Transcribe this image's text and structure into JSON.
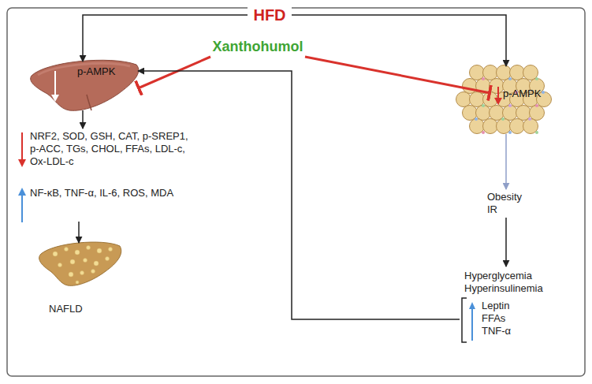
{
  "diagram": {
    "nodes": [
      {
        "text": [
          "HFD"
        ]
      },
      {
        "text": [
          "p-AMPK"
        ]
      },
      {
        "text": [
          "Xanthohumol"
        ]
      },
      {
        "text": [
          "p-AMPK"
        ]
      },
      {
        "text": [
          "NRF2, SOD, GSH, CAT, p-SREP1, p-ACC, TGs, CHOL, FFAs, LDL-c, Ox-LDL-c",
          "NF-κB, TNF-α, IL-6, ROS, MDA"
        ]
      },
      {
        "text": [
          "NAFLD"
        ]
      },
      {
        "text": [
          "Obesity IR"
        ]
      },
      {
        "text": [
          "Hyperglycemia Hyperinsulinemia",
          "Leptin FFAs TNF-α"
        ]
      }
    ],
    "edges": [
      {
        "from": 0,
        "to": 1,
        "arrow": "to"
      },
      {
        "from": 0,
        "to": 3,
        "arrow": "to"
      },
      {
        "from": 2,
        "to": 1,
        "arrow": "to"
      },
      {
        "from": 2,
        "to": 3,
        "arrow": "to"
      },
      {
        "from": 1,
        "to": 4,
        "arrow": "to"
      },
      {
        "from": 4,
        "to": 5,
        "arrow": "to"
      },
      {
        "from": 3,
        "to": 6,
        "arrow": "to"
      },
      {
        "from": 6,
        "to": 7,
        "arrow": "to"
      },
      {
        "from": 7,
        "to": 1,
        "arrow": "to"
      }
    ]
  }
}
